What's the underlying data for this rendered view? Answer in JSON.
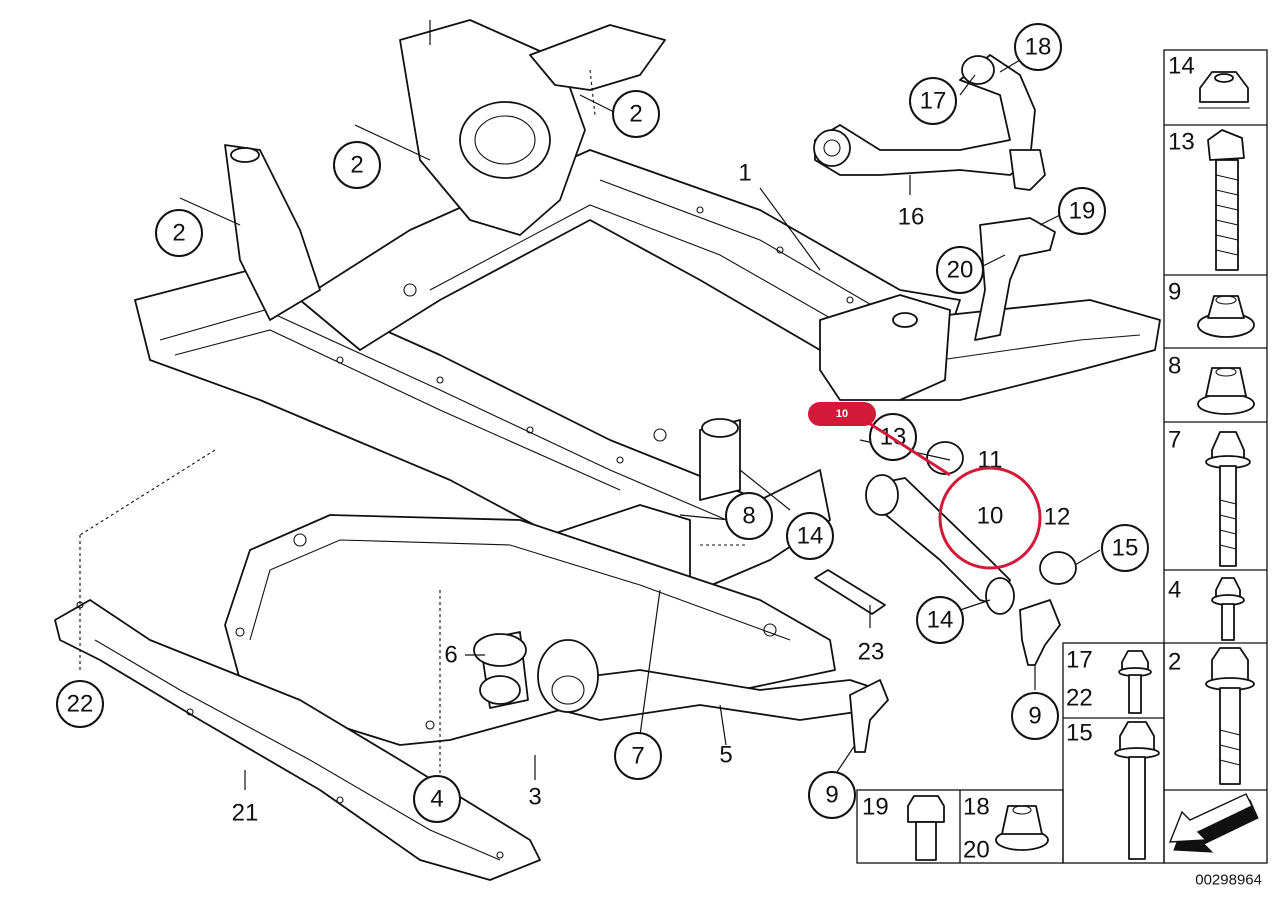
{
  "diagram": {
    "code": "00298964",
    "callouts": {
      "c2a": "2",
      "c2b": "2",
      "c2c": "2",
      "c17": "17",
      "c18": "18",
      "c19": "19",
      "c20": "20",
      "c13": "13",
      "c8": "8",
      "c14a": "14",
      "c14b": "14",
      "c15": "15",
      "c9a": "9",
      "c9b": "9",
      "c22": "22",
      "c7": "7",
      "c4": "4"
    },
    "labels": {
      "l1": "1",
      "l16": "16",
      "l11": "11",
      "l12": "12",
      "l6": "6",
      "l23": "23",
      "l5": "5",
      "l3": "3",
      "l21": "21",
      "l10": "10"
    },
    "highlight": {
      "tag": "10",
      "ring": "10"
    },
    "legend": {
      "r14": "14",
      "r13": "13",
      "r9": "9",
      "r8": "8",
      "r7": "7",
      "r4": "4",
      "r2": "2",
      "r17": "17",
      "r22": "22",
      "r15": "15",
      "r19": "19",
      "r18": "18",
      "r20": "20"
    }
  }
}
